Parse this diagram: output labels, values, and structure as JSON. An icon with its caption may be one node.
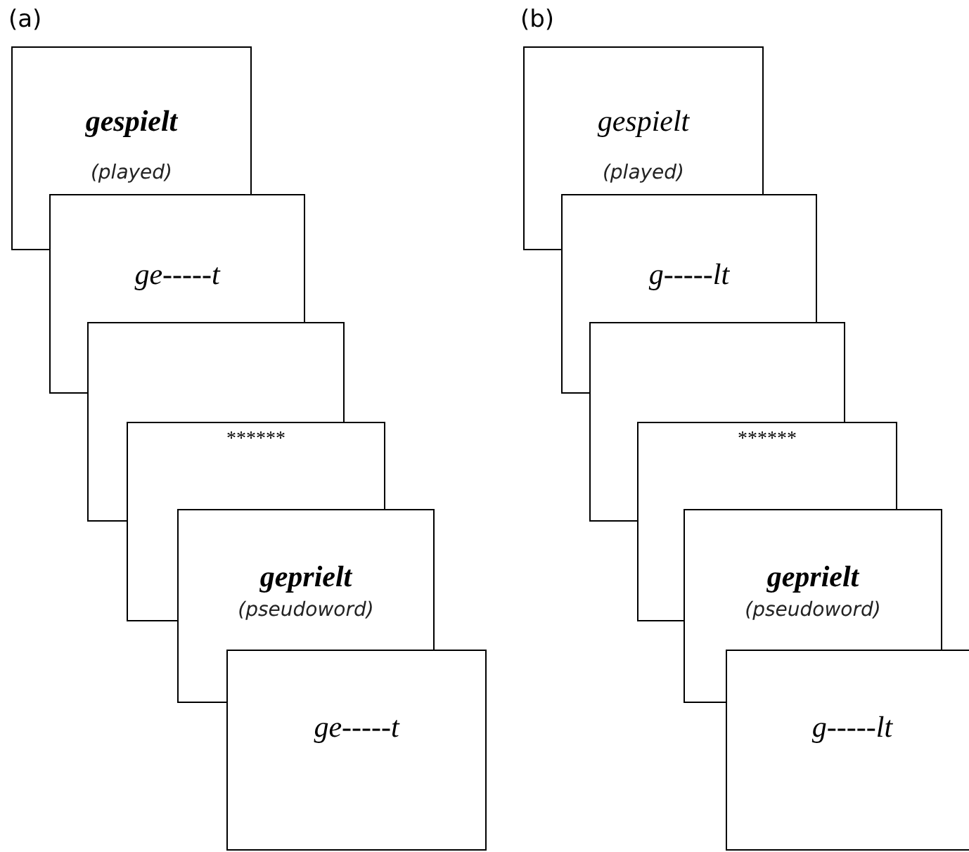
{
  "diagram": {
    "nodes": [
      {
        "text": [
          "gespielt",
          "(played)"
        ]
      },
      {
        "text": [
          "ge-----t"
        ]
      },
      {
        "text": [],
        "shape": "box"
      },
      {
        "text": [
          "******"
        ]
      },
      {
        "text": [
          "geprielt",
          "(pseudoword)"
        ]
      },
      {
        "text": [
          "ge-----t"
        ]
      },
      {
        "text": [
          "gespielt",
          "(played)"
        ]
      },
      {
        "text": [
          "g-----lt"
        ]
      },
      {
        "text": [],
        "shape": "box"
      },
      {
        "text": [
          "******"
        ]
      },
      {
        "text": [
          "geprielt",
          "(pseudoword)"
        ]
      },
      {
        "text": [
          "g-----lt"
        ]
      }
    ],
    "labels": [
      "(a)",
      "(b)"
    ]
  }
}
